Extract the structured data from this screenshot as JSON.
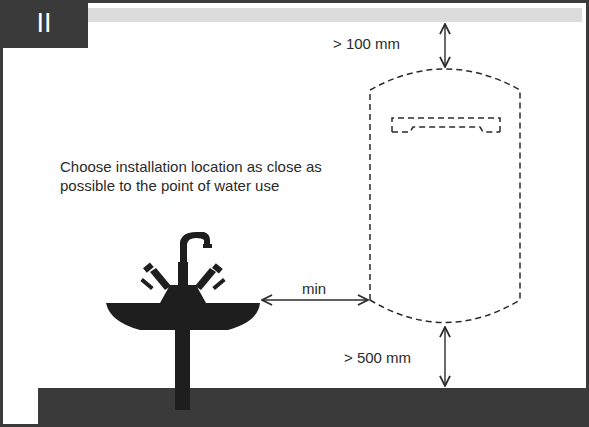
{
  "diagram": {
    "labels": [
      "II",
      "> 100 mm",
      "Choose installation location as close as possible to the point of water use",
      "min",
      "> 500 mm"
    ]
  }
}
